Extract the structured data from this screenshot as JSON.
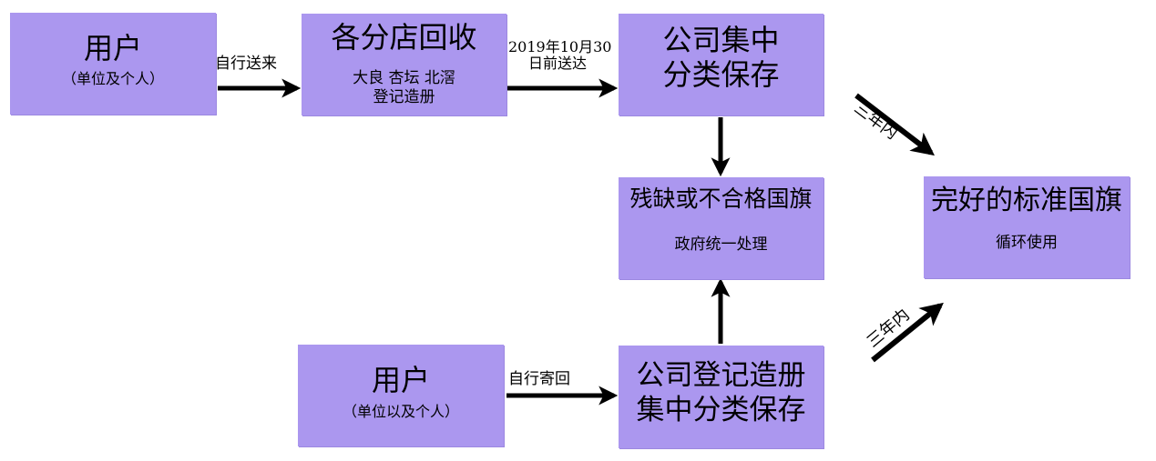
{
  "colors": {
    "box": "#ab97ef",
    "arrow": "#000000"
  },
  "boxes": {
    "user_top": {
      "title": "用户",
      "subtitle": "（单位及个人）"
    },
    "store": {
      "title": "各分店回收",
      "line1": "大良  杏坛  北滘",
      "line2": "登记造册"
    },
    "company_store": {
      "line1": "公司集中",
      "line2": "分类保存"
    },
    "defective": {
      "title": "残缺或不合格国旗",
      "subtitle": "政府统一处理"
    },
    "good": {
      "title": "完好的标准国旗",
      "subtitle": "循环使用"
    },
    "user_bottom": {
      "title": "用户",
      "subtitle": "（单位以及个人）"
    },
    "company_register": {
      "line1": "公司登记造册",
      "line2": "集中分类保存"
    }
  },
  "arrow_labels": {
    "self_deliver": "自行送来",
    "deadline_line1": "2019年10月30",
    "deadline_line2": "日前送达",
    "self_mail": "自行寄回",
    "within_3y_top": "三年内",
    "within_3y_bottom": "三年内"
  }
}
